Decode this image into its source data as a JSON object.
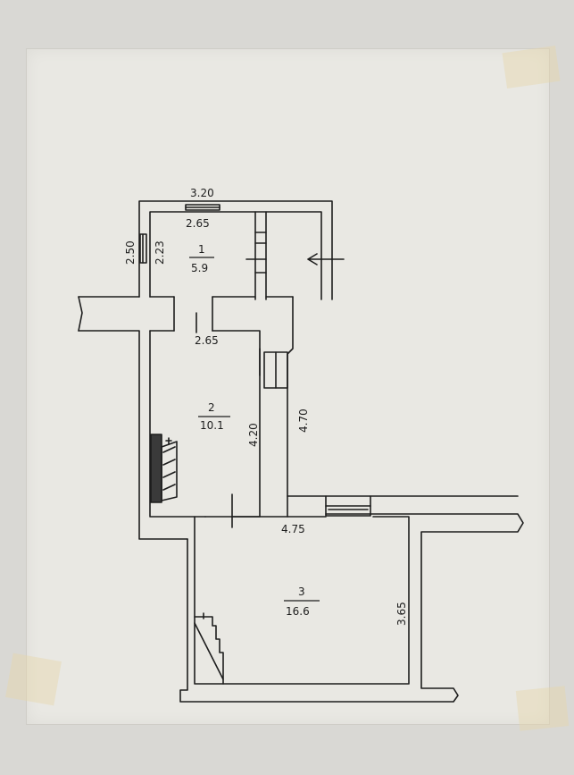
{
  "floor_plan": {
    "rooms": [
      {
        "number": "1",
        "area": "5.9"
      },
      {
        "number": "2",
        "area": "10.1"
      },
      {
        "number": "3",
        "area": "16.6"
      }
    ],
    "dimensions": {
      "d1": "3.20",
      "d2": "2.65",
      "d3": "2.50",
      "d4": "2.23",
      "d5": "2.65",
      "d6": "4.20",
      "d7": "4.70",
      "d8": "4.75",
      "d9": "3.65"
    },
    "colors": {
      "ink": "#1d1d1d",
      "paper": "#e9e8e3",
      "background": "#d9d8d4"
    }
  }
}
